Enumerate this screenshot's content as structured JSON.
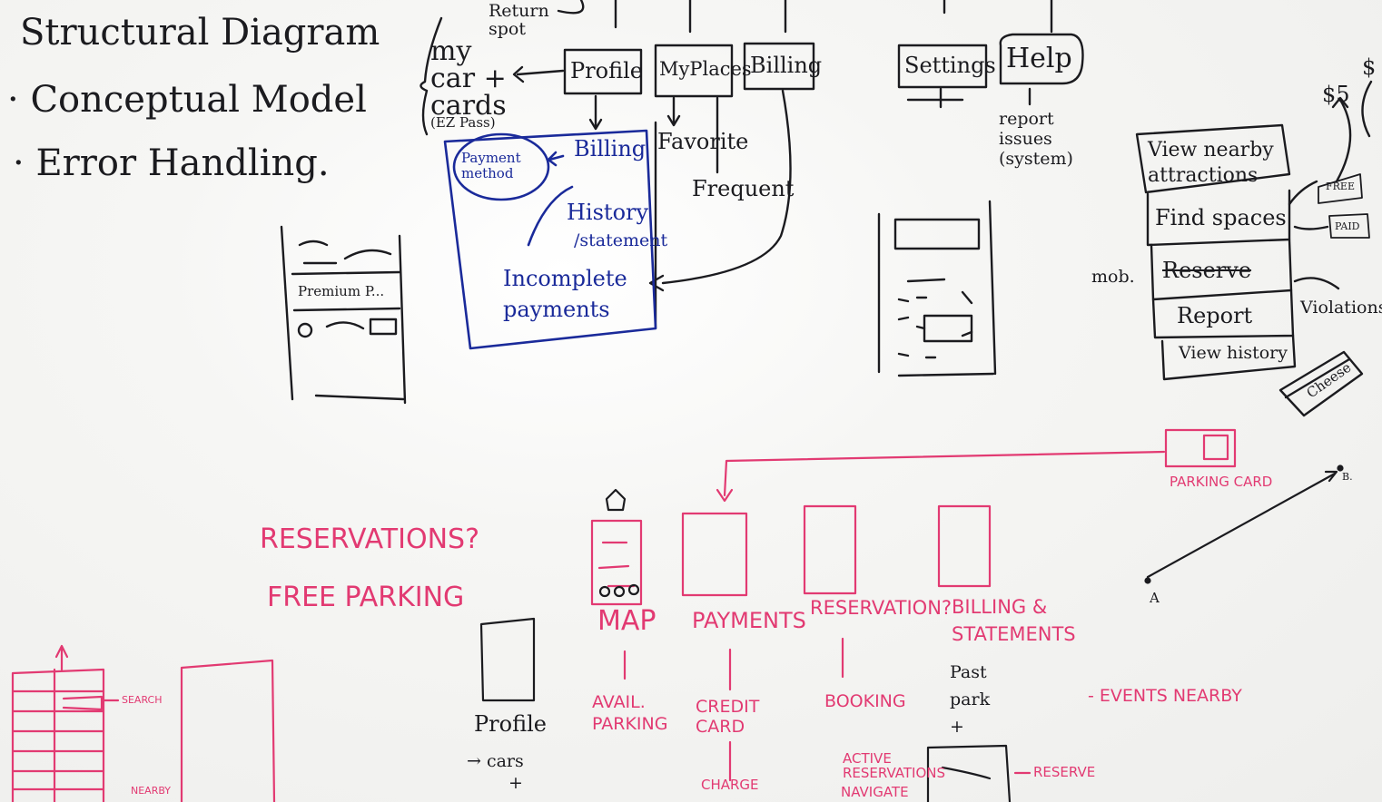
{
  "heading": {
    "title": "Structural Diagram",
    "items": [
      "Conceptual Model",
      "Error Handling."
    ]
  },
  "nav": {
    "return_spot": "Return spot",
    "my_car_cards": "my car + cards",
    "ez_pass": "(EZ Pass)",
    "profile": "Profile",
    "my_places": "MyPlaces",
    "billing_tab": "Billing",
    "settings": "Settings",
    "help": "Help"
  },
  "billing_box": {
    "payment_method": "Payment method",
    "billing": "Billing",
    "history": "History",
    "statement": "/statement",
    "incomplete_payments": "Incomplete payments"
  },
  "myplaces_sub": {
    "favorite": "Favorite",
    "frequent": "Frequent"
  },
  "help_sub": "report issues (system)",
  "sketch_left": {
    "label": "Premium P..."
  },
  "menu_list": {
    "items": [
      "View nearby attractions",
      "Find spaces",
      "Reserve",
      "Report",
      "View history"
    ],
    "free": "FREE",
    "paid": "PAID",
    "mob": "mob.",
    "violations": "Violations",
    "cheese": "Cheese",
    "prices": [
      "$5",
      "$"
    ]
  },
  "lower": {
    "reservations_q": "RESERVATIONS?",
    "free_parking": "FREE PARKING",
    "parking_card": "PARKING CARD",
    "point_a": "A",
    "point_b": "B.",
    "profile": "Profile",
    "cars": "→ cars",
    "plus": "+",
    "screens": [
      {
        "label": "MAP",
        "sub": "AVAIL. PARKING"
      },
      {
        "label": "PAYMENTS",
        "sub": "CREDIT CARD"
      },
      {
        "label": "RESERVATION?",
        "sub": "BOOKING"
      },
      {
        "label": "BILLING & STATEMENTS",
        "sub": "Past park +"
      }
    ],
    "events_nearby": "- EVENTS NEARBY",
    "active_reservations": "ACTIVE RESERVATIONS",
    "navigate": "NAVIGATE",
    "reserve": "RESERVE",
    "charge": "CHARGE",
    "search": "SEARCH",
    "nearby": "NEARBY"
  },
  "colors": {
    "black_marker": "#1b1b1f",
    "blue_marker": "#1a2a9a",
    "red_marker": "#e23a72",
    "board": "#f4f4f2"
  }
}
